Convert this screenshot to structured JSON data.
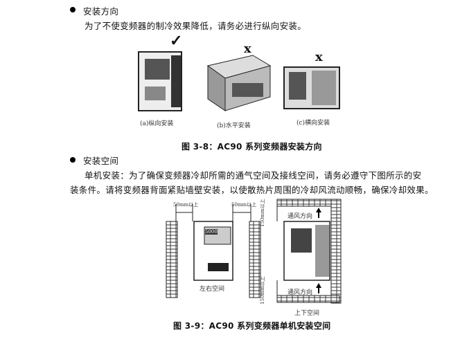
{
  "section1": {
    "heading": "安装方向",
    "text": "为了不使变频器的制冷效果降低，请务必进行纵向安装。",
    "subcaptions": [
      "(a)纵向安装",
      "(b)水平安装",
      "(c)横向安装"
    ],
    "marks": [
      "✓",
      "x",
      "x"
    ],
    "figure_caption": "图 3-8：AC90 系列变频器安装方向"
  },
  "section2": {
    "heading": "安装空间",
    "line1": "单机安装：为了确保变频器冷却所需的通气空间及接线空间，请务必遵守下图所示的安",
    "line2": "装条件。请将变频器背面紧贴墙壁安装，以使散热片周围的冷却风流动顺畅，确保冷却效果。",
    "diagram": {
      "left_gap": "50mm以上",
      "right_gap": "50mm以上",
      "left_label": "左右空间",
      "top_gap": "150mm以上",
      "bottom_gap": "150mm以上",
      "airflow": "通风方向",
      "right_label": "上下空间",
      "display": "5000"
    },
    "figure_caption": "图 3-9：AC90 系列变频器单机安装空间"
  }
}
